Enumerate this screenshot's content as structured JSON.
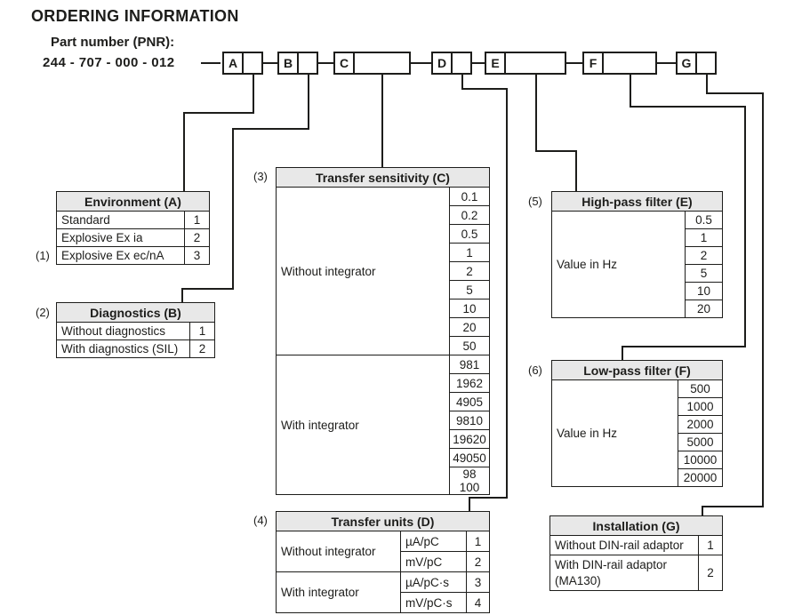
{
  "title": "ORDERING INFORMATION",
  "part_number": {
    "label": "Part number (PNR):",
    "value": "244 - 707 - 000 - 012",
    "segments": [
      "A",
      "B",
      "C",
      "D",
      "E",
      "F",
      "G"
    ]
  },
  "tables": {
    "environment": {
      "ref": "(1)",
      "header": "Environment (A)",
      "rows": [
        {
          "label": "Standard",
          "value": "1"
        },
        {
          "label": "Explosive Ex ia",
          "value": "2"
        },
        {
          "label": "Explosive Ex ec/nA",
          "value": "3"
        }
      ]
    },
    "diagnostics": {
      "ref": "(2)",
      "header": "Diagnostics (B)",
      "rows": [
        {
          "label": "Without diagnostics",
          "value": "1"
        },
        {
          "label": "With diagnostics (SIL)",
          "value": "2"
        }
      ]
    },
    "transfer_sensitivity": {
      "ref": "(3)",
      "header": "Transfer sensitivity (C)",
      "groups": [
        {
          "label": "Without integrator",
          "values": [
            "0.1",
            "0.2",
            "0.5",
            "1",
            "2",
            "5",
            "10",
            "20",
            "50"
          ]
        },
        {
          "label": "With integrator",
          "values": [
            "981",
            "1962",
            "4905",
            "9810",
            "19620",
            "49050",
            "98 100"
          ]
        }
      ]
    },
    "transfer_units": {
      "ref": "(4)",
      "header": "Transfer units (D)",
      "groups": [
        {
          "label": "Without integrator",
          "rows": [
            {
              "unit": "µA/pC",
              "value": "1"
            },
            {
              "unit": "mV/pC",
              "value": "2"
            }
          ]
        },
        {
          "label": "With integrator",
          "rows": [
            {
              "unit": "µA/pC·s",
              "value": "3"
            },
            {
              "unit": "mV/pC·s",
              "value": "4"
            }
          ]
        }
      ]
    },
    "high_pass": {
      "ref": "(5)",
      "header": "High-pass filter (E)",
      "row_label": "Value in Hz",
      "values": [
        "0.5",
        "1",
        "2",
        "5",
        "10",
        "20"
      ]
    },
    "low_pass": {
      "ref": "(6)",
      "header": "Low-pass filter (F)",
      "row_label": "Value in Hz",
      "values": [
        "500",
        "1000",
        "2000",
        "5000",
        "10000",
        "20000"
      ]
    },
    "installation": {
      "header": "Installation (G)",
      "rows": [
        {
          "label": "Without DIN-rail adaptor",
          "value": "1"
        },
        {
          "label": "With DIN-rail adaptor (MA130)",
          "value": "2"
        }
      ]
    }
  }
}
